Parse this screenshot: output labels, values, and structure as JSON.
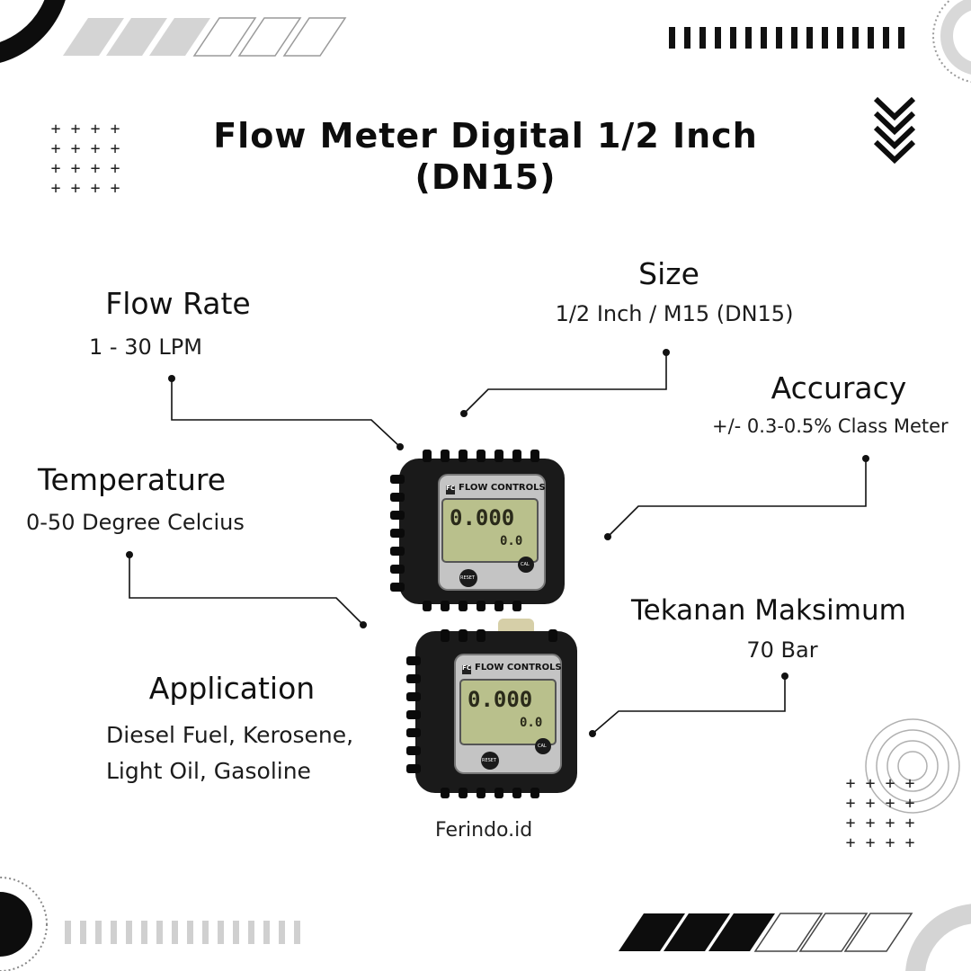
{
  "title": {
    "line1": "Flow Meter Digital 1/2 Inch",
    "line2": "(DN15)"
  },
  "specs": {
    "flow_rate": {
      "label": "Flow Rate",
      "value": "1 - 30 LPM"
    },
    "size": {
      "label": "Size",
      "value": "1/2 Inch / M15 (DN15)"
    },
    "accuracy": {
      "label": "Accuracy",
      "value": "+/- 0.3-0.5% Class Meter"
    },
    "temperature": {
      "label": "Temperature",
      "value": "0-50 Degree Celcius"
    },
    "pressure": {
      "label": "Tekanan Maksimum",
      "value": "70 Bar"
    },
    "application": {
      "label": "Application",
      "line1": "Diesel Fuel, Kerosene,",
      "line2": "Light Oil, Gasoline"
    }
  },
  "product": {
    "top_device": {
      "brand": "FLOW CONTROLS",
      "logo": "FC",
      "reading_main": "0.000",
      "reading_sub": "0.0",
      "button_left": "RESET",
      "button_right": "CAL"
    },
    "bottom_device": {
      "brand": "FLOW CONTROLS",
      "logo": "FC",
      "reading_main": "0.000",
      "reading_sub": "0.0",
      "button_left": "RESET",
      "button_right": "CAL"
    }
  },
  "brand": "Ferindo.id",
  "decorations": {
    "plus": "+",
    "icons": [
      "chevron-down-icon",
      "plus-grid-icon",
      "concentric-circles-icon"
    ]
  },
  "colors": {
    "ink": "#111111",
    "stripe_gray": "#d4d4d4",
    "lcd": "#b9c08c",
    "body": "#1a1a1a"
  }
}
